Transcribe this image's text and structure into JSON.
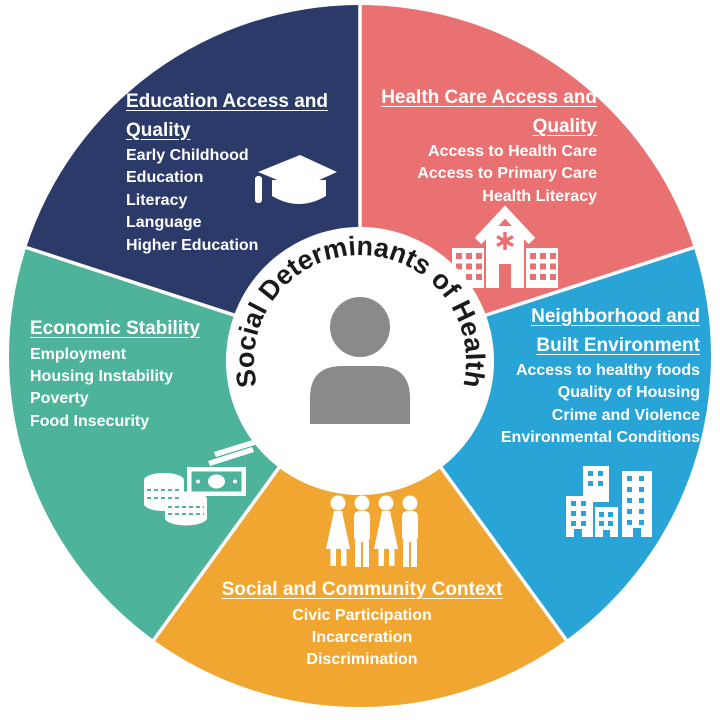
{
  "center": {
    "title": "Social Determinants of Health",
    "person_icon_color": "#8a8a8a",
    "circle_color": "#ffffff"
  },
  "sections": {
    "education": {
      "title": "Education Access and Quality",
      "items": [
        "Early Childhood Education",
        "Literacy",
        "Language",
        "Higher Education"
      ],
      "color": "#2b3a69",
      "icon": "graduation-cap-icon"
    },
    "health_care": {
      "title": "Health Care Access and Quality",
      "items": [
        "Access to Health Care",
        "Access to Primary Care",
        "Health Literacy"
      ],
      "color": "#e97171",
      "icon": "hospital-icon"
    },
    "neighborhood": {
      "title": "Neighborhood and Built Environment",
      "items": [
        "Access to healthy foods",
        "Quality of Housing",
        "Crime and Violence",
        "Environmental Conditions"
      ],
      "color": "#29a4d6",
      "icon": "buildings-icon"
    },
    "social": {
      "title": "Social and Community Context",
      "items": [
        "Civic Participation",
        "Incarceration",
        "Discrimination"
      ],
      "color": "#f0a631",
      "icon": "people-icon"
    },
    "economic": {
      "title": "Economic Stability",
      "items": [
        "Employment",
        "Housing Instability",
        "Poverty",
        "Food Insecurity"
      ],
      "color": "#4db39a",
      "icon": "money-icon"
    }
  }
}
